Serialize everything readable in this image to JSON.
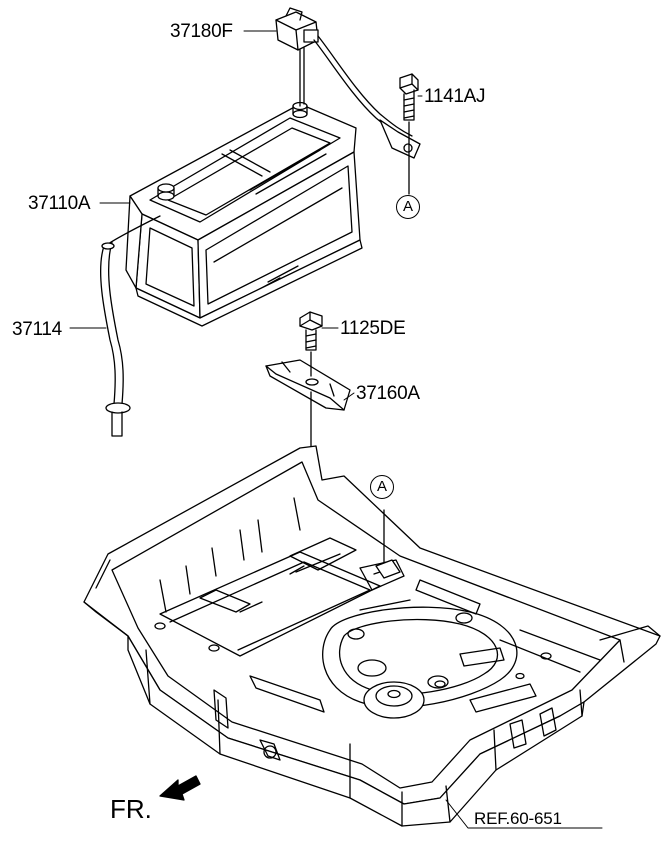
{
  "labels": {
    "connector": "37180F",
    "bolt_top": "1141AJ",
    "battery": "37110A",
    "vent_hose": "37114",
    "bolt_mid": "1125DE",
    "clamp": "37160A",
    "fr": "FR.",
    "ref": "REF.60-651",
    "circle_a": "A"
  },
  "colors": {
    "line": "#000000",
    "background": "#ffffff"
  }
}
